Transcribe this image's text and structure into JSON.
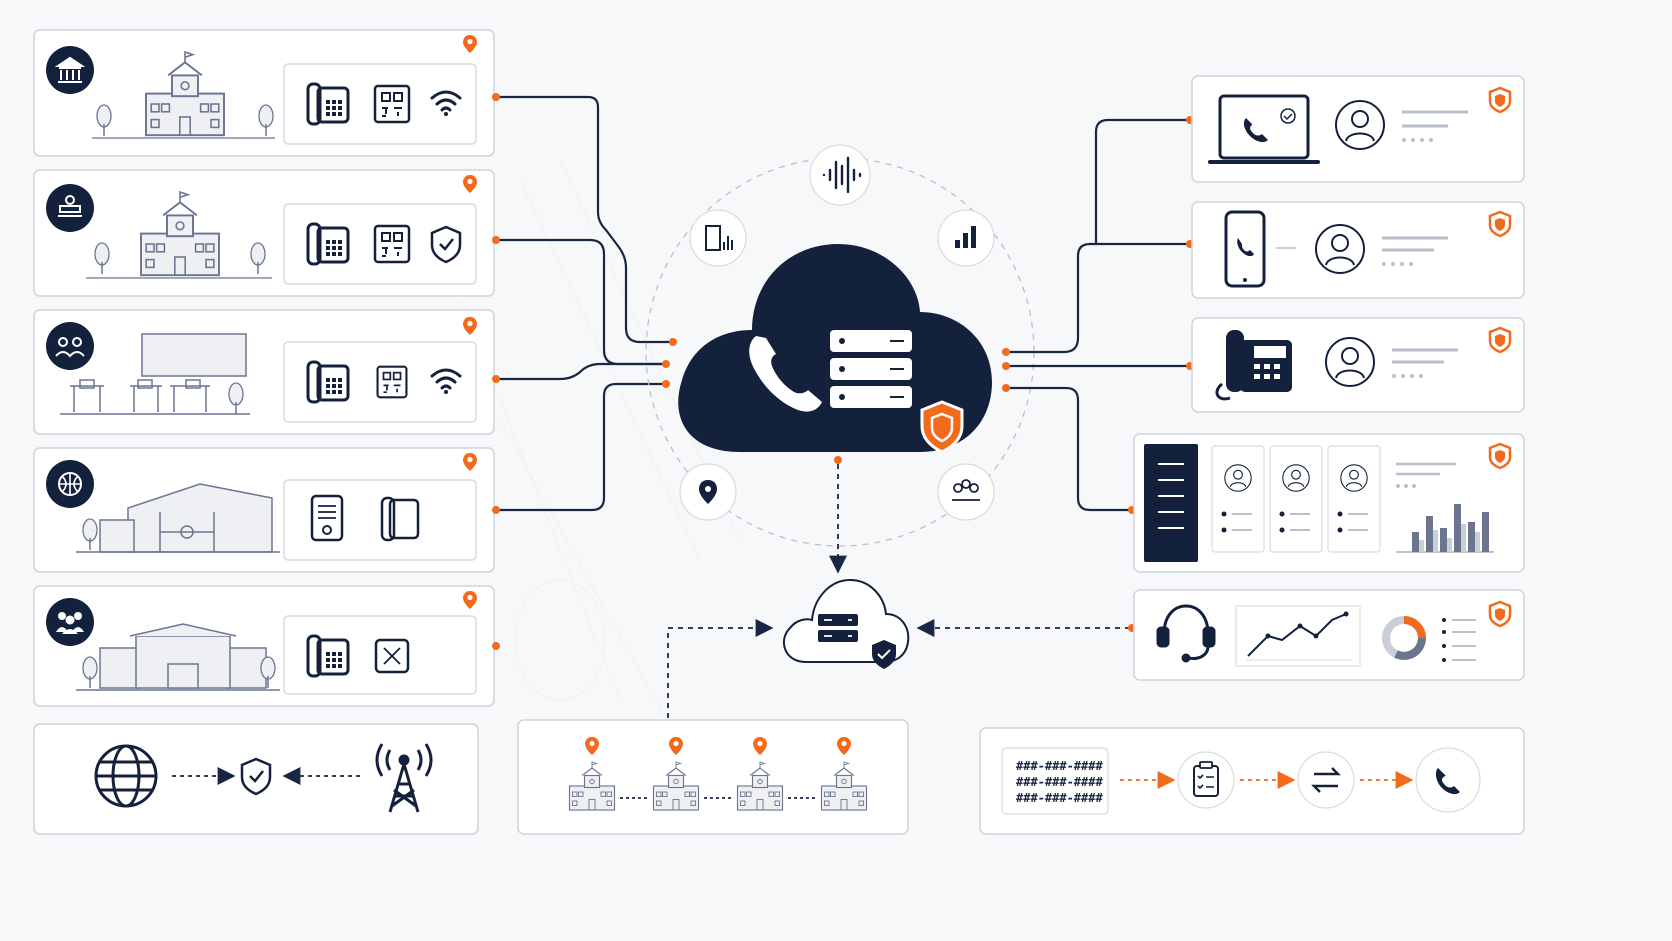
{
  "colors": {
    "navy": "#14213d",
    "accent": "#f26b1d",
    "line": "#1a2744",
    "card_border": "#cfd4dc",
    "card_fill": "#ffffff",
    "muted": "#9aa3b2",
    "bg": "#f7f8fa"
  },
  "sites": [
    {
      "category_icon": "government-building-icon",
      "scene": "school-building",
      "devices": [
        "desk-phone-icon",
        "qr-panel-icon",
        "wifi-icon"
      ]
    },
    {
      "category_icon": "podium-icon",
      "scene": "school-building",
      "devices": [
        "desk-phone-icon",
        "qr-panel-icon",
        "shield-check-icon"
      ]
    },
    {
      "category_icon": "classroom-group-icon",
      "scene": "classroom",
      "devices": [
        "desk-phone-icon",
        "qr-panel-icon",
        "wifi-icon"
      ]
    },
    {
      "category_icon": "basketball-icon",
      "scene": "gymnasium",
      "devices": [
        "intercom-icon",
        "wall-phone-icon"
      ]
    },
    {
      "category_icon": "people-group-icon",
      "scene": "admin-building",
      "devices": [
        "desk-phone-icon",
        "paging-panel-icon"
      ]
    }
  ],
  "connectivity_icons": [
    "globe-icon",
    "shield-check-icon",
    "radio-tower-icon"
  ],
  "central_cloud": {
    "icons": [
      "phone-icon",
      "server-stack-icon",
      "shield-icon"
    ],
    "orbit_icons": [
      "voice-waveform-icon",
      "building-analytics-icon",
      "bar-chart-icon",
      "location-pin-icon",
      "team-icon"
    ]
  },
  "backup_cloud": {
    "icons": [
      "server-icon",
      "shield-check-icon"
    ]
  },
  "campuses": {
    "count": 4,
    "icon": "school-icon",
    "pin_icon": "location-pin-icon"
  },
  "endpoints": [
    {
      "device": "laptop-softphone-icon",
      "user": "user-avatar-icon",
      "badge": "shield-badge-icon"
    },
    {
      "device": "mobile-phone-icon",
      "user": "user-avatar-icon",
      "badge": "shield-badge-icon"
    },
    {
      "device": "desk-phone-icon",
      "user": "user-avatar-icon",
      "badge": "shield-badge-icon"
    },
    {
      "device": "admin-dashboard-icon",
      "user": "user-avatar-icon",
      "badge": "shield-badge-icon"
    },
    {
      "device": "headset-icon",
      "user": "analytics-chart-icon",
      "badge": "shield-badge-icon"
    }
  ],
  "number_flow": {
    "number_pattern": [
      "###-###-####",
      "###-###-####",
      "###-###-####"
    ],
    "steps": [
      "clipboard-checklist-icon",
      "transfer-arrows-icon",
      "phone-icon"
    ]
  }
}
